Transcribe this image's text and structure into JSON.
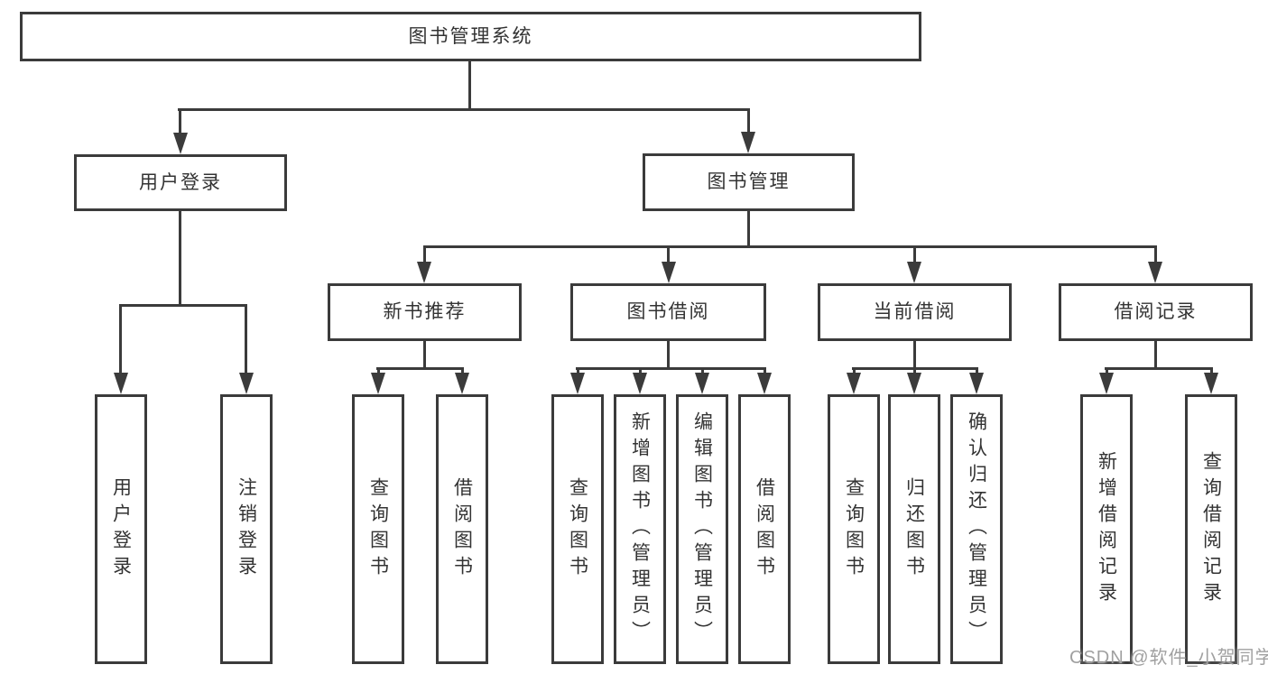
{
  "diagram": {
    "root": {
      "label": "图书管理系统"
    },
    "level2": {
      "user_login": {
        "label": "用户登录",
        "children": [
          "用户登录",
          "注销登录"
        ]
      },
      "book_mgmt": {
        "label": "图书管理",
        "sections": {
          "new_book": {
            "label": "新书推荐",
            "children": [
              "查询图书",
              "借阅图书"
            ]
          },
          "borrow": {
            "label": "图书借阅",
            "children": [
              "查询图书",
              "新增图书（管理员）",
              "编辑图书（管理员）",
              "借阅图书"
            ]
          },
          "current": {
            "label": "当前借阅",
            "children": [
              "查询图书",
              "归还图书",
              "确认归还（管理员）"
            ]
          },
          "records": {
            "label": "借阅记录",
            "children": [
              "新增借阅记录",
              "查询借阅记录"
            ]
          }
        }
      }
    }
  },
  "watermark": {
    "text": "CSDN @软件_小贺同学"
  },
  "colors": {
    "line": "#3b3b3b",
    "text": "#333333",
    "watermark": "#a0a0a0",
    "background": "#ffffff"
  }
}
